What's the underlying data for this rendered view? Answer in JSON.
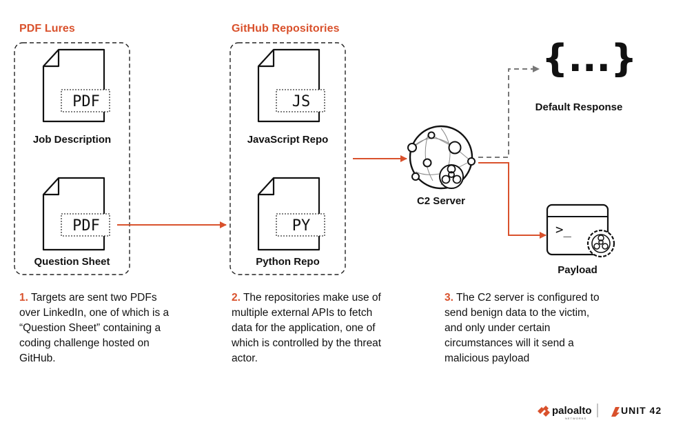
{
  "sections": {
    "pdf_lures": {
      "title": "PDF Lures",
      "items": [
        {
          "badge": "PDF",
          "label": "Job Description"
        },
        {
          "badge": "PDF",
          "label": "Question Sheet"
        }
      ]
    },
    "github_repos": {
      "title": "GitHub Repositories",
      "items": [
        {
          "badge": "JS",
          "label": "JavaScript Repo"
        },
        {
          "badge": "PY",
          "label": "Python Repo"
        }
      ]
    }
  },
  "c2": {
    "label": "C2 Server"
  },
  "default_response": {
    "glyph": "{...}",
    "label": "Default Response"
  },
  "payload": {
    "prompt": ">_",
    "label": "Payload"
  },
  "steps": [
    {
      "num": "1.",
      "text": " Targets are sent two PDFs over LinkedIn, one of which is a “Question Sheet” containing a coding challenge hosted on GitHub."
    },
    {
      "num": "2.",
      "text": " The repositories make use of multiple external APIs to fetch data for the application, one of which is controlled by the threat actor."
    },
    {
      "num": "3.",
      "text": " The C2 server is configured to send benign data to the victim, and only under certain circumstances will it send a malicious payload"
    }
  ],
  "branding": {
    "brand1": "paloalto",
    "brand1_sub": "NETWORKS",
    "brand2": "UNIT 42"
  },
  "colors": {
    "accent": "#d9512c",
    "dark": "#111111",
    "gray": "#777777"
  }
}
